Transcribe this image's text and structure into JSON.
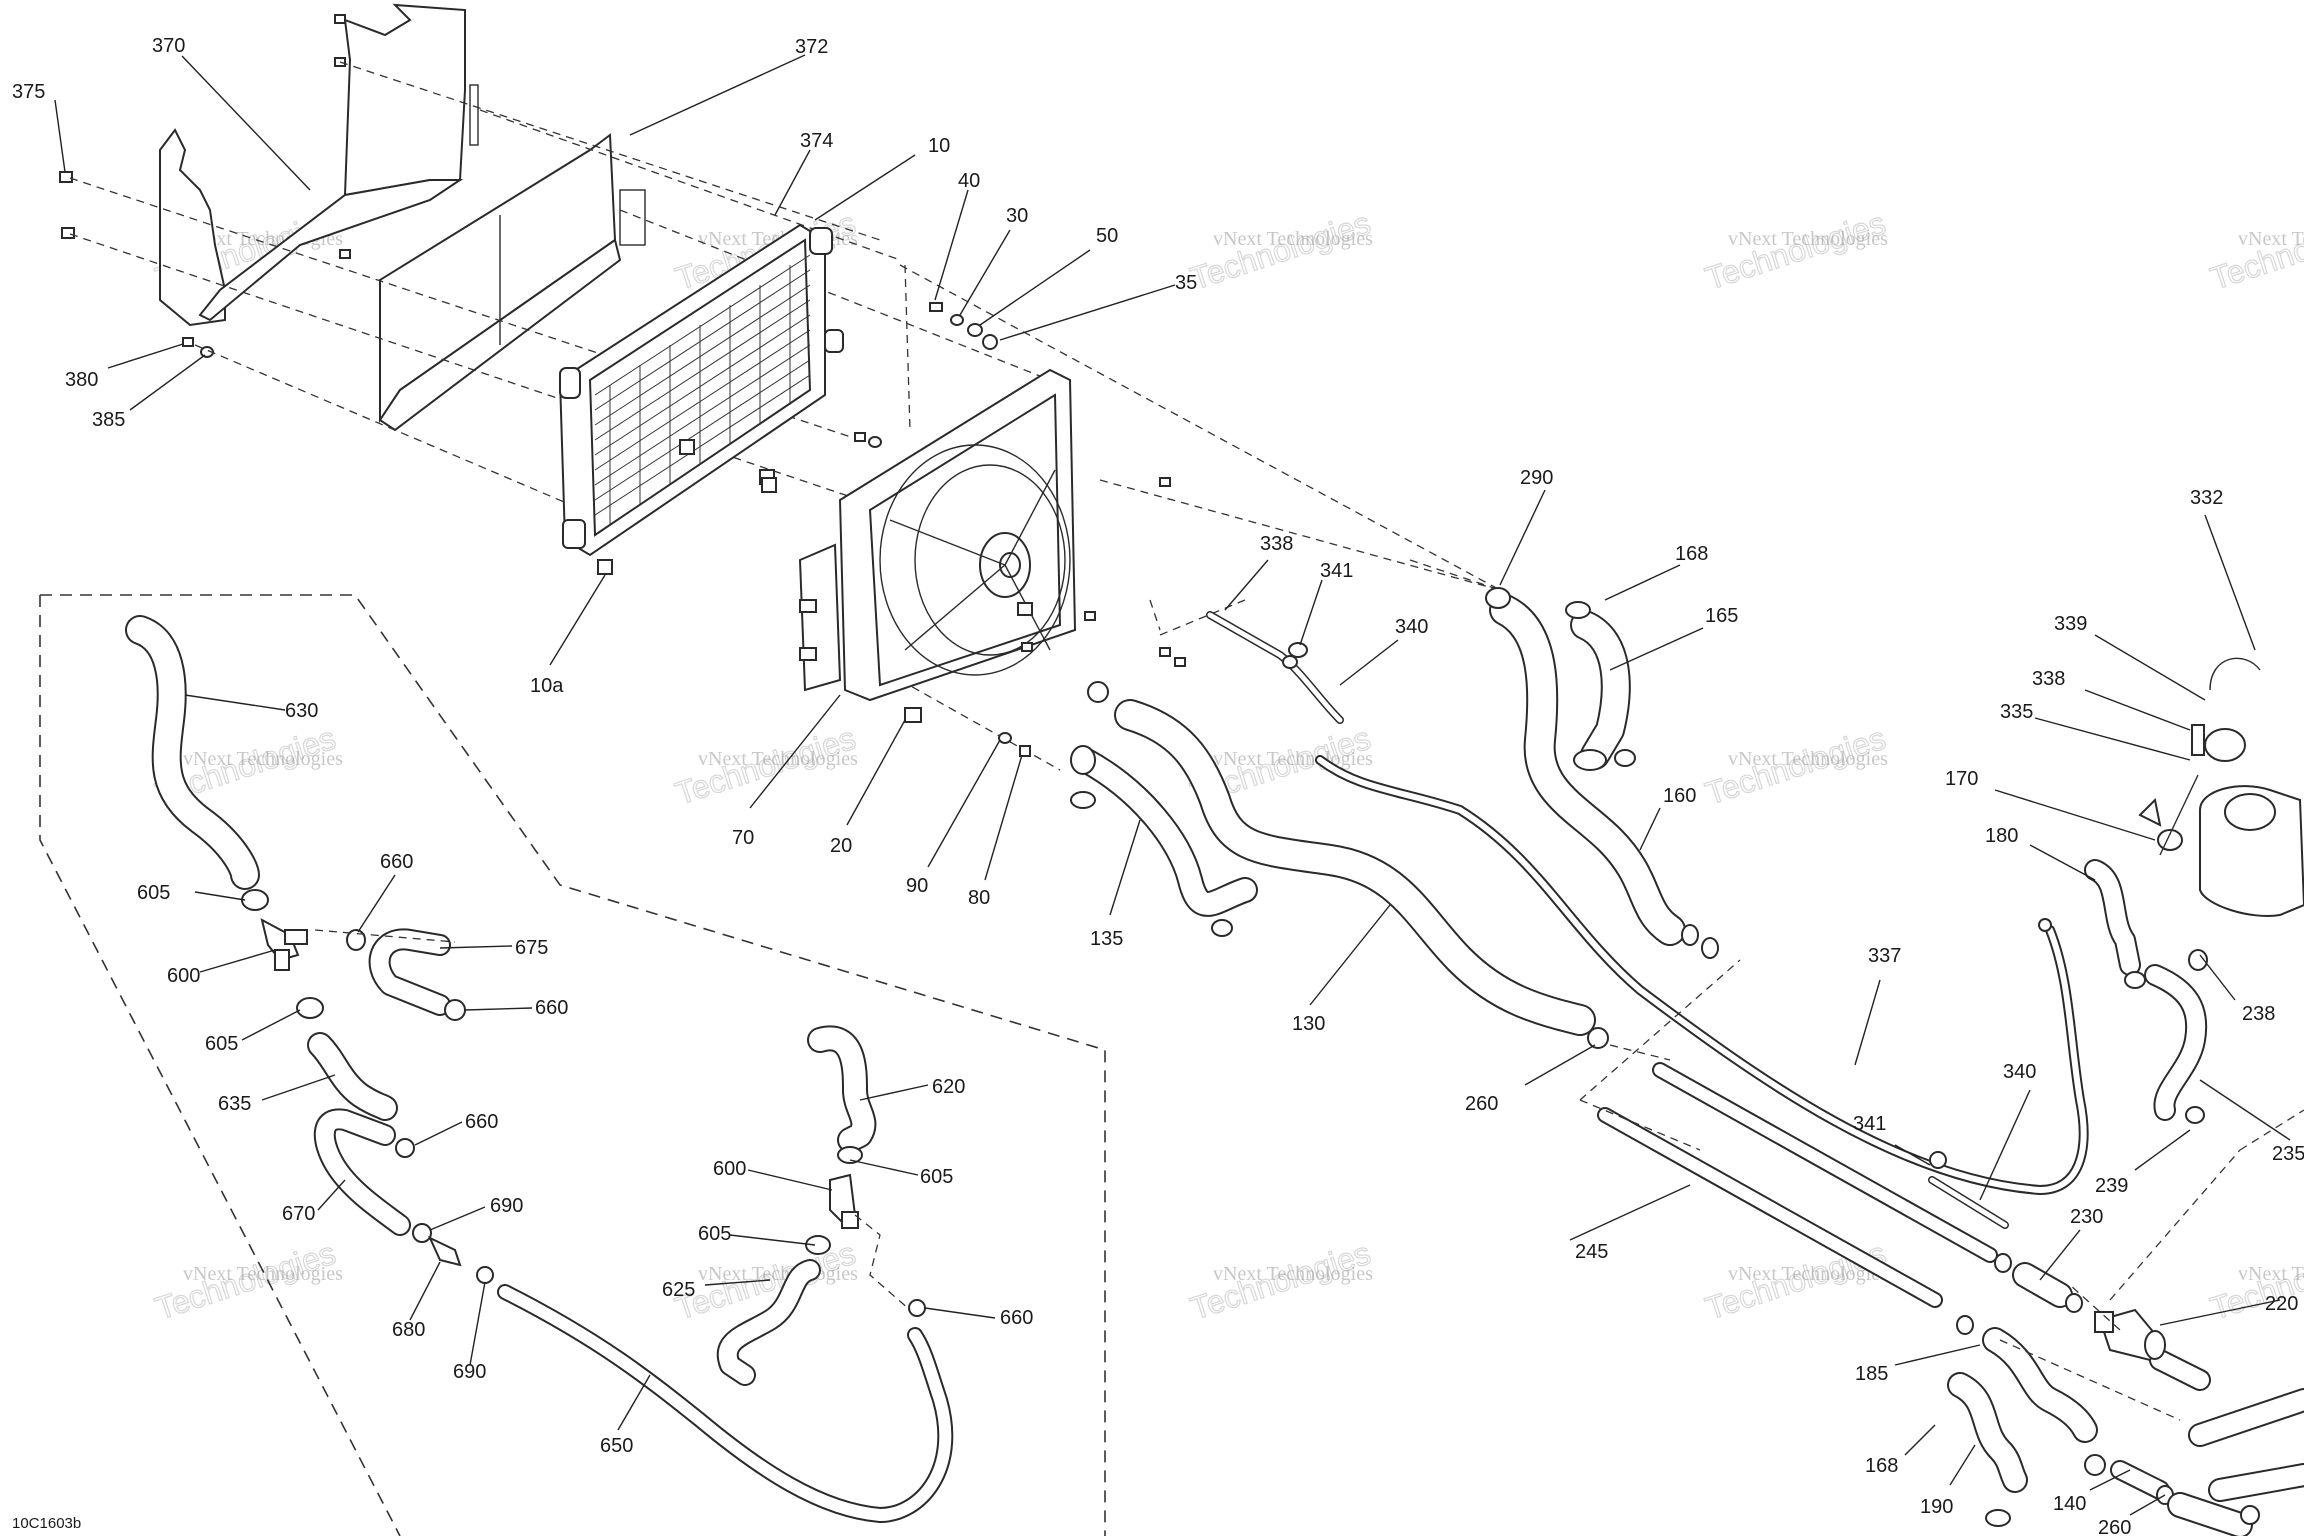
{
  "diagram_code": "10C1603b",
  "watermark": {
    "line1": "vNext Technologies",
    "line2": "Technologies"
  },
  "callouts": [
    "370",
    "372",
    "375",
    "374",
    "10",
    "40",
    "30",
    "50",
    "35",
    "380",
    "385",
    "10a",
    "70",
    "20",
    "90",
    "80",
    "290",
    "168",
    "165",
    "338",
    "341",
    "340",
    "160",
    "135",
    "130",
    "337",
    "260",
    "332",
    "339",
    "338",
    "335",
    "170",
    "180",
    "238",
    "340",
    "341",
    "235",
    "239",
    "230",
    "245",
    "220",
    "185",
    "168",
    "190",
    "140",
    "260",
    "630",
    "660",
    "605",
    "675",
    "600",
    "660",
    "605",
    "635",
    "660",
    "670",
    "690",
    "680",
    "690",
    "650",
    "620",
    "600",
    "605",
    "605",
    "625",
    "660"
  ]
}
